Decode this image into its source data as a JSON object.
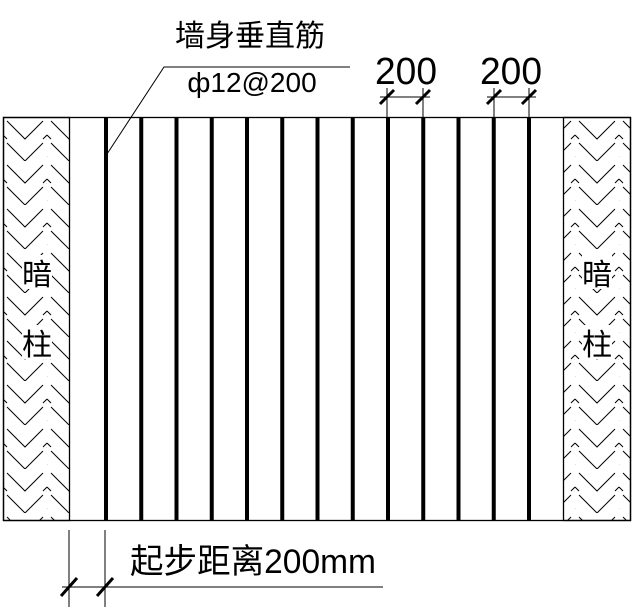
{
  "leader": {
    "title": "墙身垂直筋",
    "spec": "ф12@200"
  },
  "dimensions": {
    "spacing_a": "200",
    "spacing_b": "200",
    "start_distance": "起步距离200mm"
  },
  "columns": {
    "left": [
      "暗",
      "柱"
    ],
    "right": [
      "暗",
      "柱"
    ]
  },
  "rebar": {
    "count": 13
  }
}
